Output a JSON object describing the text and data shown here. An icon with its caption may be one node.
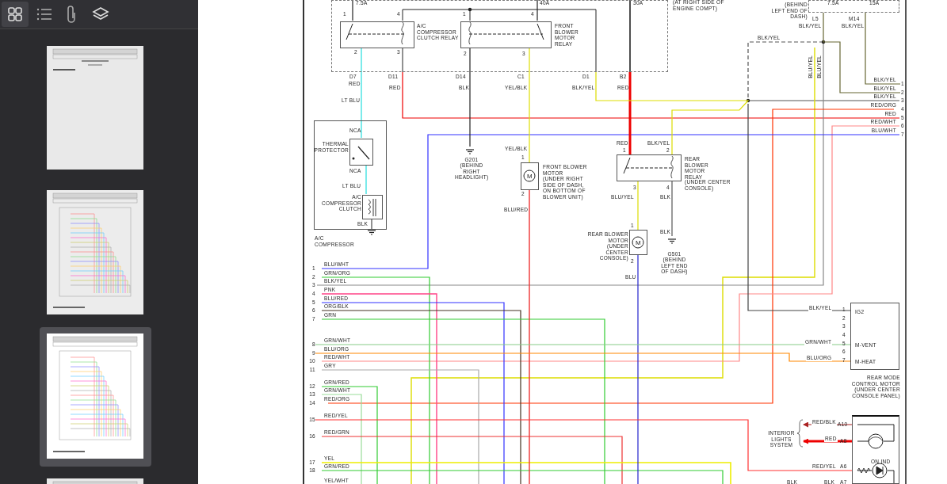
{
  "diagram": {
    "nodes": [
      {
        "text": [
          "(AT RIGHT SIDE OF ENGINE COMPT)"
        ]
      },
      {
        "text": [
          "A/C COMPRESSOR CLUTCH RELAY"
        ],
        "in": 0
      },
      {
        "text": [
          "FRONT BLOWER MOTOR RELAY"
        ],
        "in": 0
      },
      {
        "text": [
          "A/C COMPRESSOR"
        ]
      },
      {
        "text": [
          "THERMAL PROTECTOR"
        ],
        "in": 3
      },
      {
        "text": [
          "A/C COMPRESSOR CLUTCH"
        ],
        "in": 3
      },
      {
        "text": [
          "G201",
          "(BEHIND RIGHT HEADLIGHT)"
        ]
      },
      {
        "text": [
          "FRONT BLOWER MOTOR",
          "(UNDER RIGHT SIDE OF DASH, ON BOTTOM OF BLOWER UNIT)"
        ]
      },
      {
        "text": [
          "REAR BLOWER MOTOR RELAY",
          "(UNDER CENTER CONSOLE)"
        ]
      },
      {
        "text": [
          "REAR BLOWER MOTOR",
          "(UNDER CENTER CONSOLE)"
        ]
      },
      {
        "text": [
          "G501",
          "(BEHIND LEFT END OF DASH)"
        ]
      },
      {
        "text": [
          "(BEHIND LEFT END OF DASH)"
        ]
      },
      {
        "text": [
          "IG2",
          "M-VENT",
          "M-HEAT",
          "REAR MODE CONTROL MOTOR",
          "(UNDER CENTER CONSOLE PANEL)"
        ]
      },
      {
        "text": [
          "ON IND"
        ]
      },
      {
        "text": [
          "INTERIOR LIGHTS SYSTEM"
        ]
      },
      {
        "text": [
          "8"
        ]
      },
      {
        "text": [
          "9"
        ]
      },
      {
        "text": [
          "15"
        ]
      },
      {
        "text": [
          "1"
        ]
      },
      {
        "text": [
          "2"
        ]
      }
    ],
    "edges": [
      {
        "from": 1,
        "to": 4,
        "arrow": "none",
        "color": "#22dddd"
      },
      {
        "from": 4,
        "to": 5,
        "arrow": "none",
        "color": "#22dddd"
      },
      {
        "from": 2,
        "to": 6,
        "arrow": "none",
        "color": "#222222"
      },
      {
        "from": 2,
        "to": 7,
        "arrow": "none",
        "color": "#dddd00"
      },
      {
        "from": 8,
        "to": 9,
        "arrow": "none",
        "color": "#dddd00"
      },
      {
        "from": 8,
        "to": 10,
        "arrow": "none",
        "color": "#555555"
      },
      {
        "from": 13,
        "to": 14,
        "arrow": "to",
        "label": "RED/BLK",
        "color": "#aa2222"
      },
      {
        "from": 13,
        "to": 14,
        "arrow": "to",
        "label": "RED",
        "style": "thick",
        "color": "#ee0000"
      },
      {
        "from": null,
        "to": 12,
        "arrow": "none",
        "label": "BLK/YEL",
        "color": "#444444"
      },
      {
        "from": 15,
        "to": 12,
        "arrow": "none",
        "label": "GRN/WHT",
        "color": "#88cc88"
      },
      {
        "from": 16,
        "to": 12,
        "arrow": "none",
        "label": "BLU/ORG",
        "color": "#ff8800"
      },
      {
        "from": 17,
        "to": 13,
        "arrow": "none",
        "label": "RED/YEL",
        "color": "#ff3333"
      },
      {
        "from": 0,
        "to": 8,
        "arrow": "none",
        "style": "thick",
        "color": "#ee0000"
      },
      {
        "from": 0,
        "to": 8,
        "arrow": "none",
        "color": "#dddd00"
      },
      {
        "from": 11,
        "to": 18,
        "arrow": "none",
        "color": "#666633"
      },
      {
        "from": 11,
        "to": 19,
        "arrow": "none",
        "color": "#666633"
      }
    ],
    "labels": [
      "7.5A",
      "40A",
      "30A",
      "7.5A",
      "15A",
      "1",
      "4",
      "1",
      "4",
      "L5",
      "M14",
      "BLK/YEL",
      "BLK/YEL",
      "BLK/YEL",
      "2",
      "3",
      "2",
      "3",
      "BLU/YEL",
      "BLU/YEL",
      "D7",
      "D11",
      "D14",
      "C1",
      "D1",
      "B2",
      "RED",
      "RED",
      "BLK",
      "YEL/BLK",
      "BLK/YEL",
      "RED",
      "BLK/YEL",
      "BLK/YEL",
      "BLK/YEL",
      "3",
      "RED/ORG",
      "4",
      "RED",
      "5",
      "RED/WHT",
      "6",
      "BLU/WHT",
      "7",
      "LT BLU",
      "NCA",
      "RED",
      "BLK/YEL",
      "YEL/BLK",
      "1",
      "2",
      "1",
      "NCA",
      "LT BLU",
      "3",
      "4",
      "2",
      "BLU/YEL",
      "BLK",
      "BLU/RED",
      "BLK",
      "1",
      "BLK",
      "2",
      "BLU",
      "1",
      "BLU/WHT",
      "2",
      "GRN/ORG",
      "3",
      "BLK/YEL",
      "4",
      "PNK",
      "5",
      "BLU/RED",
      "6",
      "ORG/BLK",
      "7",
      "GRN",
      "GRN/WHT",
      "BLU/ORG",
      "10",
      "RED/WHT",
      "11",
      "GRY",
      "12",
      "GRN/RED",
      "13",
      "GRN/WHT",
      "14",
      "RED/ORG",
      "RED/YEL",
      "16",
      "RED/GRN",
      "17",
      "YEL",
      "18",
      "GRN/RED",
      "1",
      "2",
      "3",
      "4",
      "5",
      "6",
      "7",
      "A10",
      "A8",
      "A6",
      "YEL/WHT",
      "BLK",
      "BLK",
      "A7",
      "M",
      "M"
    ]
  }
}
